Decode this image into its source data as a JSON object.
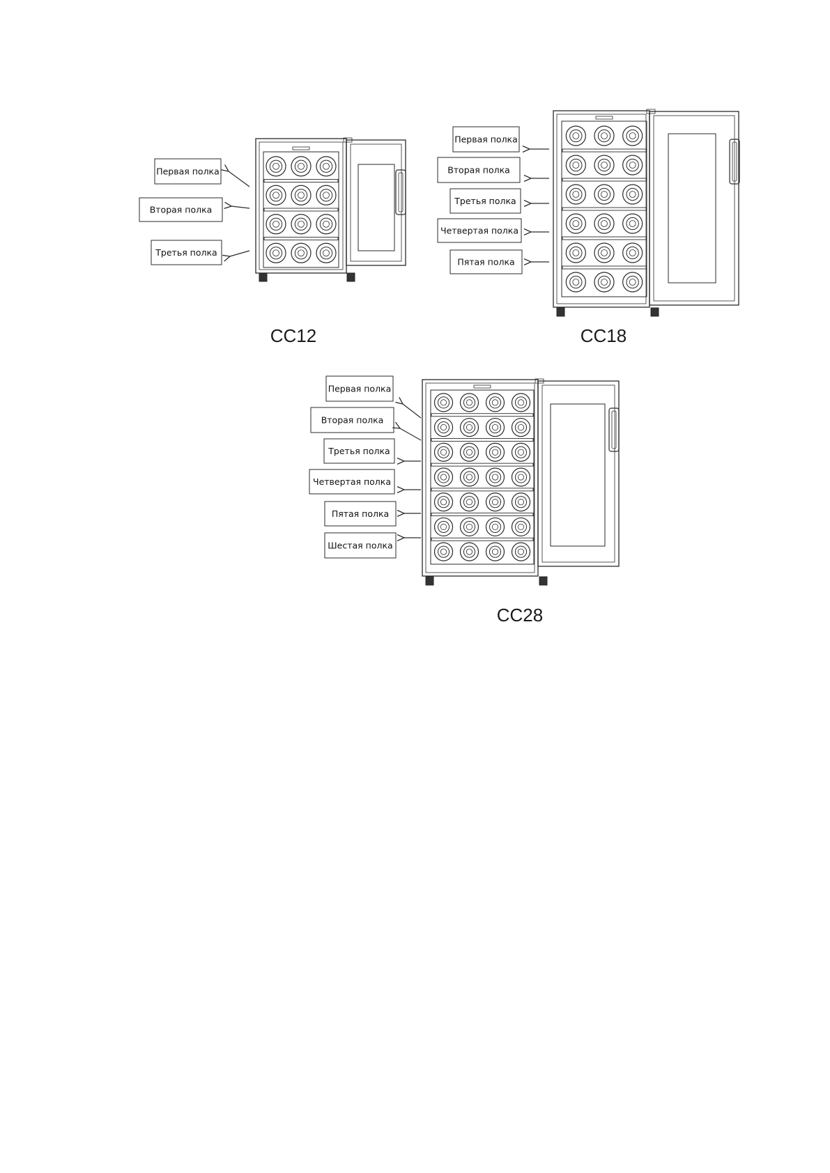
{
  "page": {
    "background": "#ffffff",
    "line_color": "#2a2a2a"
  },
  "diagrams": [
    {
      "model": "CC12",
      "cols": 3,
      "shelves": [
        "Первая полка",
        "Вторая полка",
        "Третья полка"
      ]
    },
    {
      "model": "CC18",
      "cols": 3,
      "shelves": [
        "Первая полка",
        "Вторая полка",
        "Третья полка",
        "Четвертая полка",
        "Пятая полка"
      ]
    },
    {
      "model": "CC28",
      "cols": 4,
      "shelves": [
        "Первая полка",
        "Вторая полка",
        "Третья полка",
        "Четвертая полка",
        "Пятая полка",
        "Шестая полка"
      ]
    }
  ]
}
